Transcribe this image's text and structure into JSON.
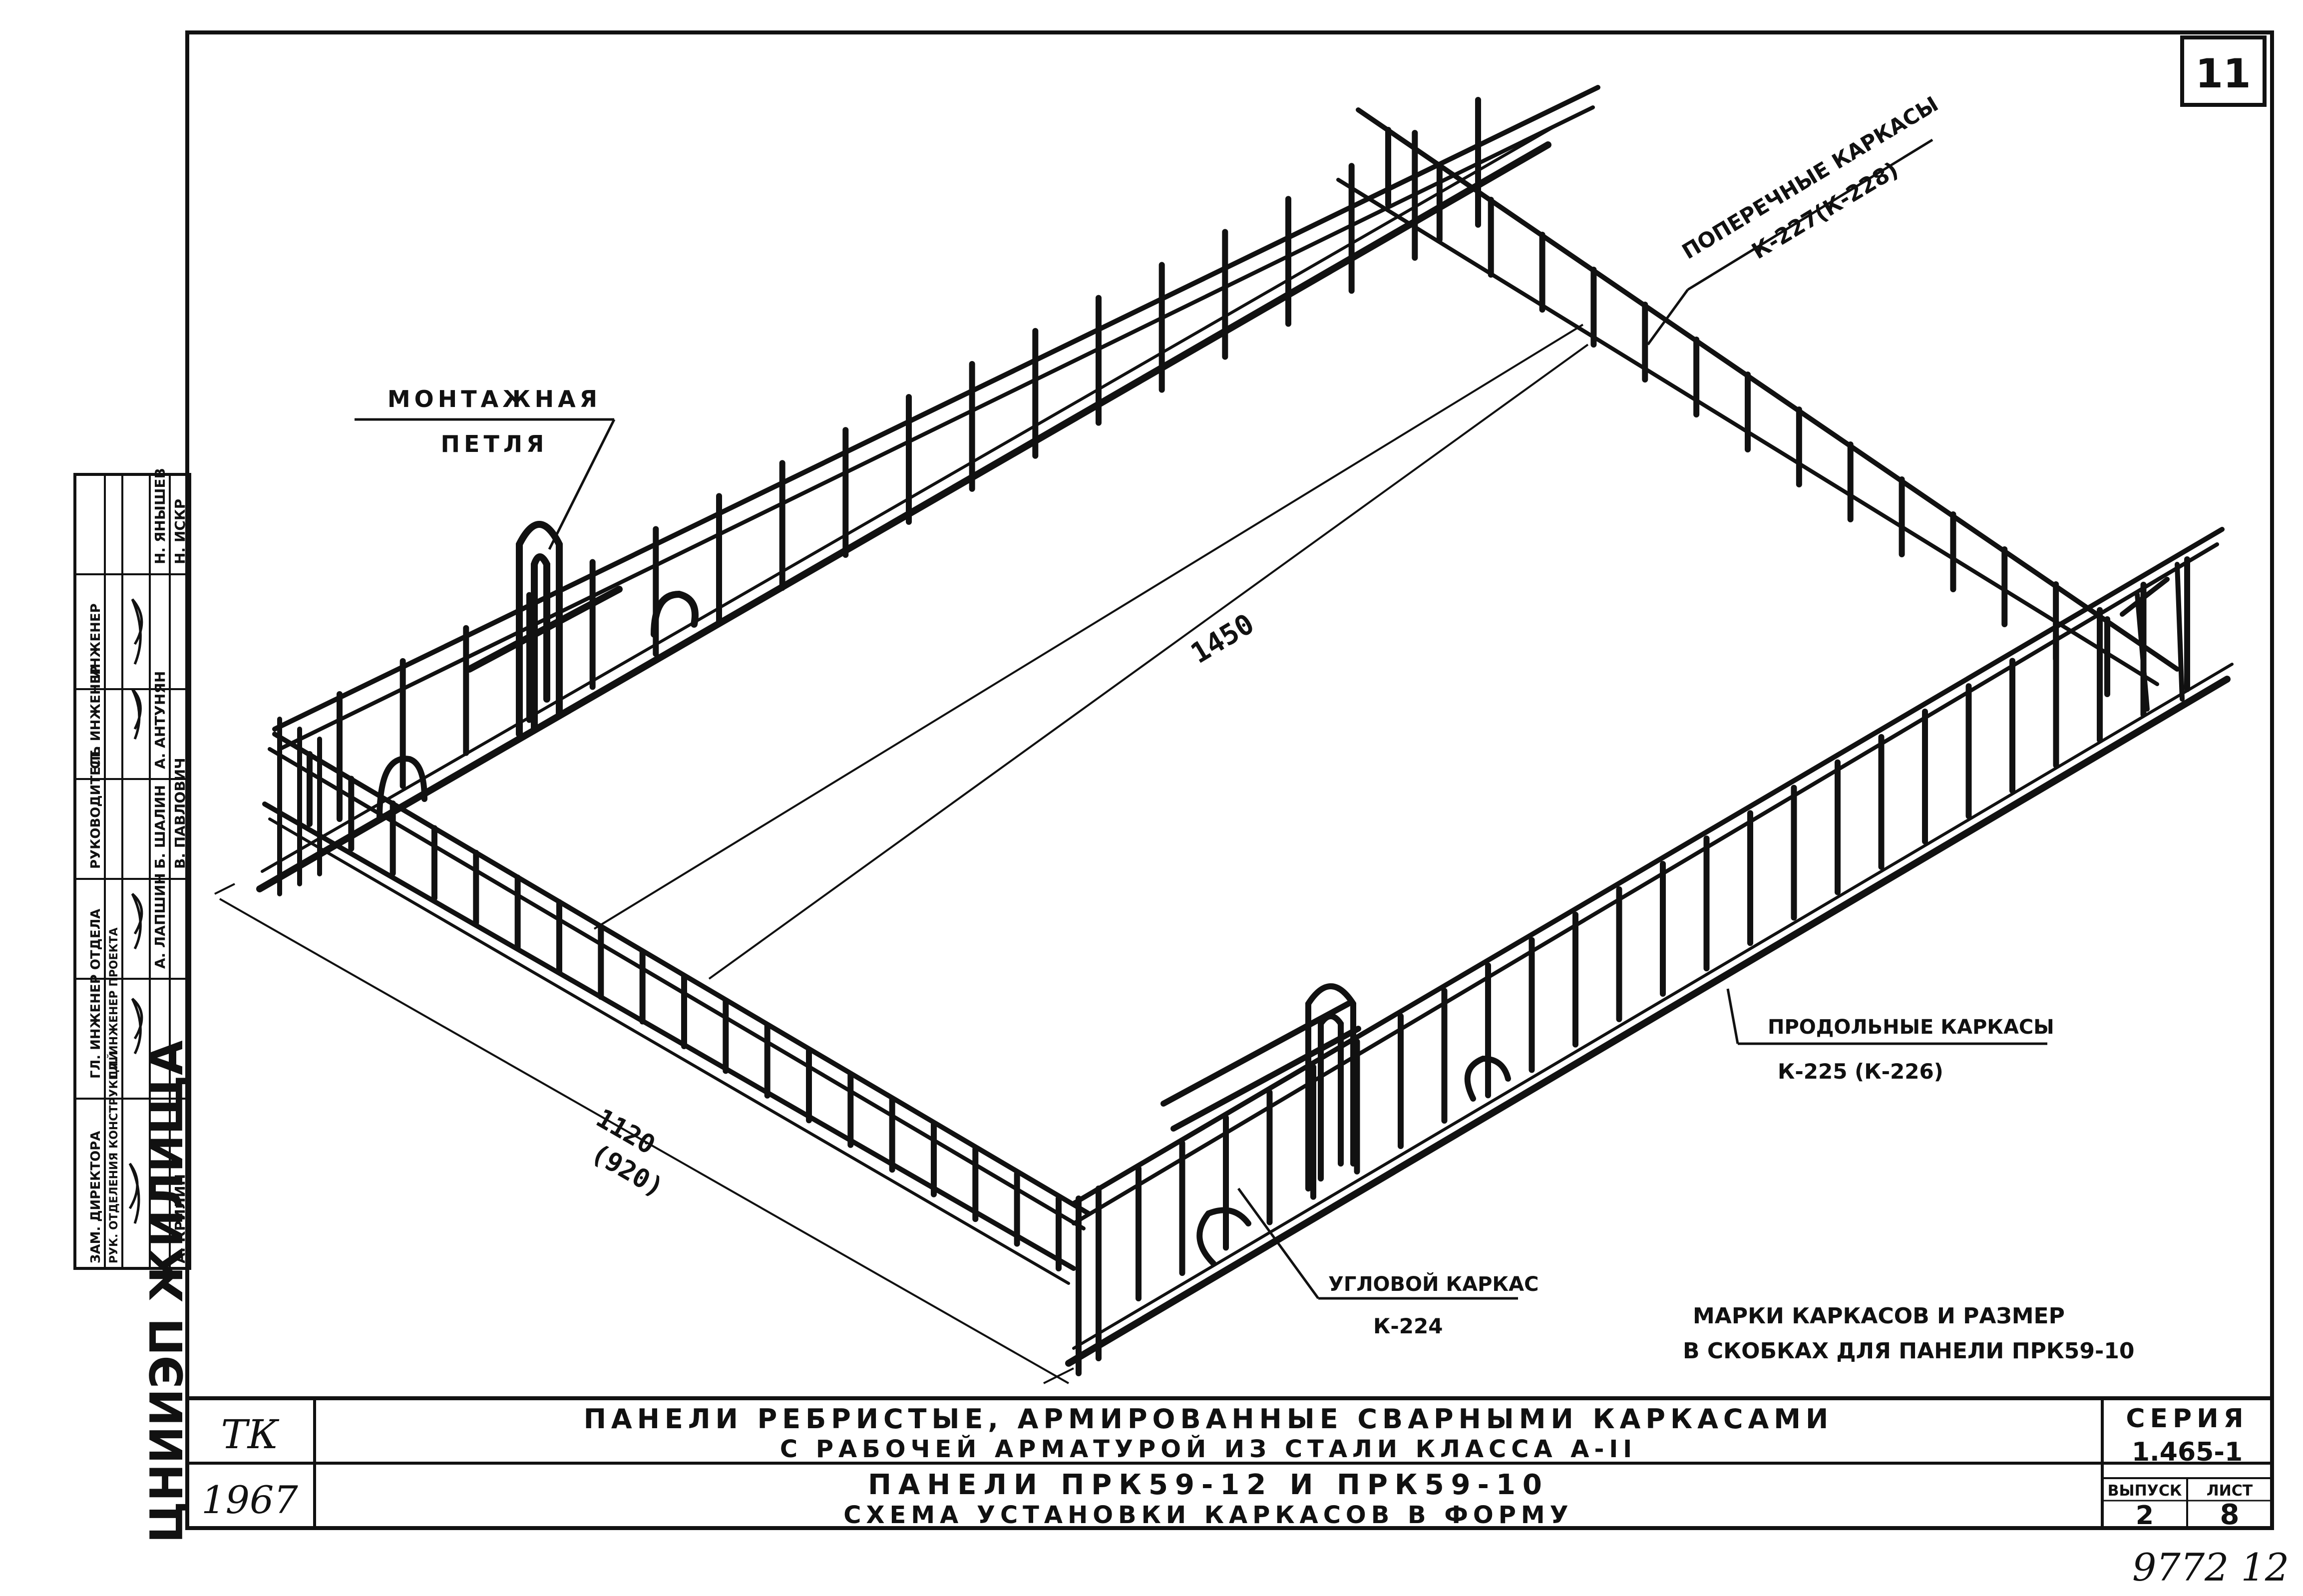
{
  "sheet": {
    "number": "11"
  },
  "labels": {
    "mounting_loop": [
      "МОНТАЖНАЯ",
      "ПЕТЛЯ"
    ],
    "transverse": [
      "ПОПЕРЕЧНЫЕ КАРКАСЫ",
      "К-227(К-228)"
    ],
    "longitudinal": [
      "ПРОДОЛЬНЫЕ КАРКАСЫ",
      "К-225 (К-226)"
    ],
    "corner": [
      "УГЛОВОЙ КАРКАС",
      "К-224"
    ],
    "note": [
      "МАРКИ КАРКАСОВ И РАЗМЕР",
      "В СКОБКАХ ДЛЯ ПАНЕЛИ ПРК59-10"
    ]
  },
  "dimensions": {
    "length": "1450",
    "width": "1120",
    "width_alt": "(920)"
  },
  "title_block": {
    "org": "ТК",
    "year": "1967",
    "title_line1": "ПАНЕЛИ РЕБРИСТЫЕ, АРМИРОВАННЫЕ СВАРНЫМИ КАРКАСАМИ",
    "title_line2": "С РАБОЧЕЙ АРМАТУРОЙ ИЗ СТАЛИ КЛАССА А-II",
    "subtitle_line1": "ПАНЕЛИ ПРК59-12 И ПРК59-10",
    "subtitle_line2": "СХЕМА УСТАНОВКИ КАРКАСОВ В ФОРМУ",
    "series_label": "СЕРИЯ",
    "series_value": "1.465-1",
    "issue_label": "ВЫПУСК",
    "issue_value": "2",
    "sheet_label": "ЛИСТ",
    "sheet_value": "8"
  },
  "stamp": {
    "institute": "ЦНИИЭП ЖИЛИЩА",
    "roles": [
      "ЗАМ. ДИРЕКТОРА",
      "РУК. ОТДЕЛЕНИЯ КОНСТРУКЦИЙ",
      "ГЛ. ИНЖЕНЕР ОТДЕЛА",
      "ГЛ. ИНЖЕНЕР ПРОЕКТА",
      "РУКОВОДИТЕЛЬ",
      "СТ. ИНЖЕНЕР",
      "ИНЖЕНЕР"
    ],
    "names": [
      "А. КРИЛИН",
      "А. ЛАПШИН",
      "Б. ШАЛИН",
      "А. АНТУНЯН",
      "Н. ЯНЫШЕВ",
      "В. ПАВЛОВИЧ",
      "Н. ИСКР"
    ]
  },
  "footer": {
    "inventory": "9772 12"
  }
}
